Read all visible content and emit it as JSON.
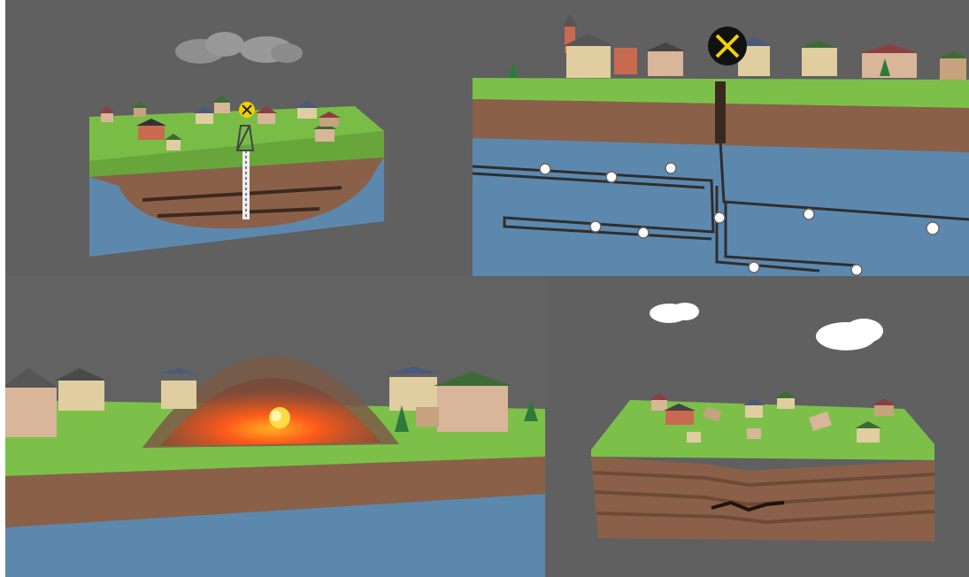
{
  "colors": {
    "background": "#5f5f5f",
    "grass": "#7cc04a",
    "grass_dark": "#5e9a35",
    "soil": "#8a6048",
    "soil_dark": "#6e4a36",
    "water": "#5a86ad",
    "water_light": "#6a94b8",
    "mine_badge_yellow": "#f2d000",
    "mine_badge_black": "#111111",
    "magma": "#ff5a1a",
    "cloud": "#ffffff",
    "cloud_grey": "#9a9a9a"
  },
  "icons": {
    "mine_badge": "crossed-hammers-icon",
    "pump_marker": "gear-icon"
  },
  "panels": [
    {
      "id": "top-left",
      "scene": "mine-over-aquifer"
    },
    {
      "id": "top-right",
      "scene": "tunnels-in-aquifer"
    },
    {
      "id": "bottom-left",
      "scene": "underground-fire-dome"
    },
    {
      "id": "bottom-right",
      "scene": "subsidence-fracture"
    }
  ]
}
